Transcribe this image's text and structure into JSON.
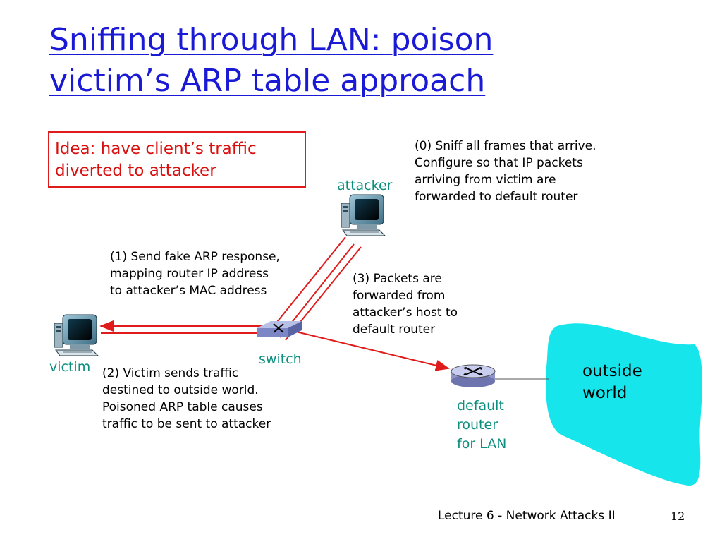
{
  "title": {
    "line1": "Sniffing through LAN: poison",
    "line2": "victim’s ARP table approach"
  },
  "idea": {
    "line1": "Idea: have client’s traffic",
    "line2": "diverted to attacker"
  },
  "step0": {
    "lines": [
      "(0) Sniff all frames that arrive.",
      "Configure so that IP packets",
      "arriving from victim are",
      "forwarded to default router"
    ]
  },
  "step1": {
    "lines": [
      "(1) Send fake ARP response,",
      "mapping router IP address",
      "to attacker’s MAC address"
    ]
  },
  "step2": {
    "lines": [
      "(2) Victim sends traffic",
      "destined to outside world.",
      "Poisoned ARP table causes",
      "traffic to be sent to attacker"
    ]
  },
  "step3": {
    "lines": [
      "(3) Packets are",
      "forwarded from",
      "attacker’s host to",
      "default router"
    ]
  },
  "nodes": {
    "attacker": "attacker",
    "victim": "victim",
    "switch": "switch",
    "router": [
      "default",
      "router",
      "for LAN"
    ],
    "outside": [
      "outside",
      "world"
    ]
  },
  "icons": {
    "attacker": "computer-icon",
    "victim": "computer-icon",
    "switch": "switch-icon",
    "router": "router-icon",
    "outside": "cloud-icon"
  },
  "colors": {
    "title": "#1a1ad6",
    "arrow": "#e01b1b",
    "label": "#0c8f7e",
    "cloud": "#16e6ec"
  },
  "footer": {
    "text": "Lecture 6 - Network Attacks II",
    "page": "12"
  }
}
